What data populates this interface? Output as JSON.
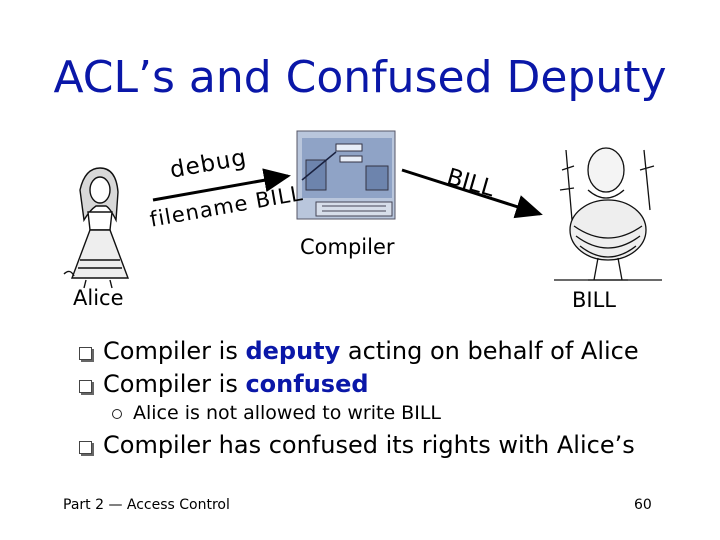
{
  "slide": {
    "title": "ACL’s and Confused Deputy",
    "diagram": {
      "arrow_in_text_1": "debug",
      "arrow_in_text_2": "filename BILL",
      "arrow_out_text": "BILL",
      "compiler_label": "Compiler",
      "alice_label": "Alice",
      "bill_label": "BILL"
    },
    "bullets": [
      {
        "before": "Compiler is ",
        "highlight": "deputy",
        "after": " acting on behalf of Alice"
      },
      {
        "before": "Compiler is ",
        "highlight": "confused",
        "after": ""
      }
    ],
    "sub_bullet": "Alice is not allowed to write BILL",
    "bullet3": "Compiler has confused its rights with Alice’s",
    "footer": {
      "left": "Part 2 — Access Control",
      "page": "60"
    },
    "colors": {
      "title": "#0a17a8",
      "highlight": "#0a17a8"
    }
  }
}
